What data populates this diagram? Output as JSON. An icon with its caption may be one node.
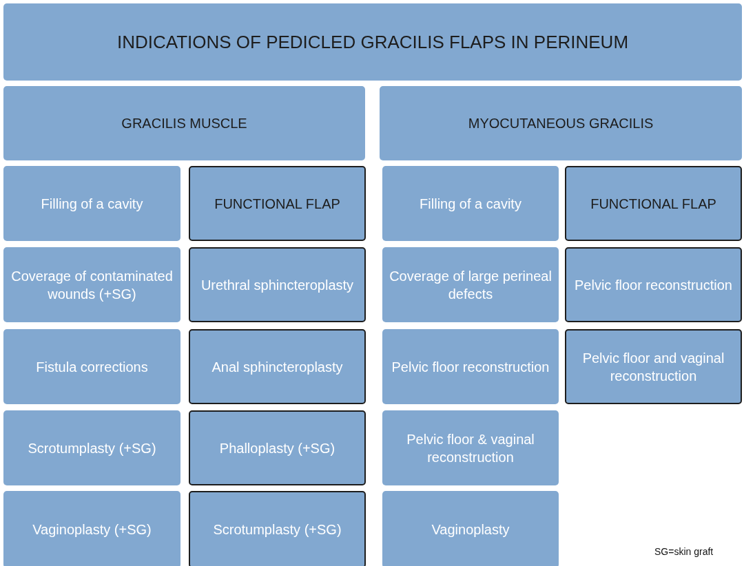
{
  "diagram": {
    "nodes": [
      {
        "text": [
          "INDICATIONS OF PEDICLED GRACILIS FLAPS IN PERINEUM"
        ]
      },
      {
        "text": [
          "GRACILIS MUSCLE"
        ]
      },
      {
        "text": [
          "MYOCUTANEOUS GRACILIS"
        ]
      },
      {
        "text": [
          "Filling of a cavity"
        ]
      },
      {
        "text": [
          "FUNCTIONAL FLAP"
        ]
      },
      {
        "text": [
          "Filling of a cavity"
        ]
      },
      {
        "text": [
          "FUNCTIONAL FLAP"
        ]
      },
      {
        "text": [
          "Coverage of contaminated wounds (+SG)"
        ]
      },
      {
        "text": [
          "Urethral sphincteroplasty"
        ]
      },
      {
        "text": [
          "Coverage of large perineal defects"
        ]
      },
      {
        "text": [
          "Pelvic floor reconstruction"
        ]
      },
      {
        "text": [
          "Fistula corrections"
        ]
      },
      {
        "text": [
          "Anal sphincteroplasty"
        ]
      },
      {
        "text": [
          "Pelvic floor reconstruction"
        ]
      },
      {
        "text": [
          "Pelvic floor and vaginal reconstruction"
        ]
      },
      {
        "text": [
          "Scrotumplasty (+SG)"
        ]
      },
      {
        "text": [
          "Phalloplasty (+SG)"
        ]
      },
      {
        "text": [
          "Pelvic floor & vaginal reconstruction"
        ]
      },
      {
        "text": [
          "Vaginoplasty (+SG)"
        ]
      },
      {
        "text": [
          "Scrotumplasty (+SG)"
        ]
      },
      {
        "text": [
          "Vaginoplasty"
        ]
      }
    ],
    "edges": [],
    "labels": [
      "SG=skin graft"
    ]
  }
}
